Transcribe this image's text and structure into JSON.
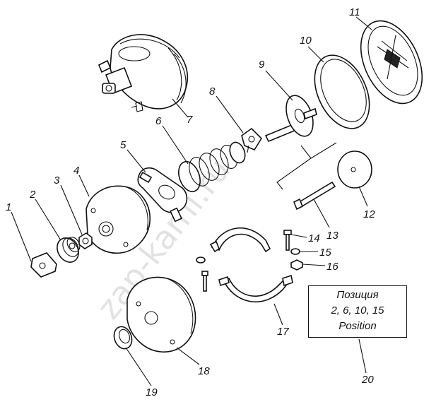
{
  "watermark": "zap-kami.ru",
  "legend": {
    "line1": "Позиция",
    "line2": "2, 6, 10, 15",
    "line3": "Position"
  },
  "callouts": [
    {
      "id": "1",
      "text": "1"
    },
    {
      "id": "2",
      "text": "2"
    },
    {
      "id": "3",
      "text": "3"
    },
    {
      "id": "4",
      "text": "4"
    },
    {
      "id": "5",
      "text": "5"
    },
    {
      "id": "6",
      "text": "6"
    },
    {
      "id": "7",
      "text": "7"
    },
    {
      "id": "8",
      "text": "8"
    },
    {
      "id": "9",
      "text": "9"
    },
    {
      "id": "10",
      "text": "10"
    },
    {
      "id": "11",
      "text": "11"
    },
    {
      "id": "12",
      "text": "12"
    },
    {
      "id": "13",
      "text": "13"
    },
    {
      "id": "14",
      "text": "14"
    },
    {
      "id": "15",
      "text": "15"
    },
    {
      "id": "16",
      "text": "16"
    },
    {
      "id": "17",
      "text": "17"
    },
    {
      "id": "18",
      "text": "18"
    },
    {
      "id": "19",
      "text": "19"
    },
    {
      "id": "20",
      "text": "20"
    }
  ]
}
